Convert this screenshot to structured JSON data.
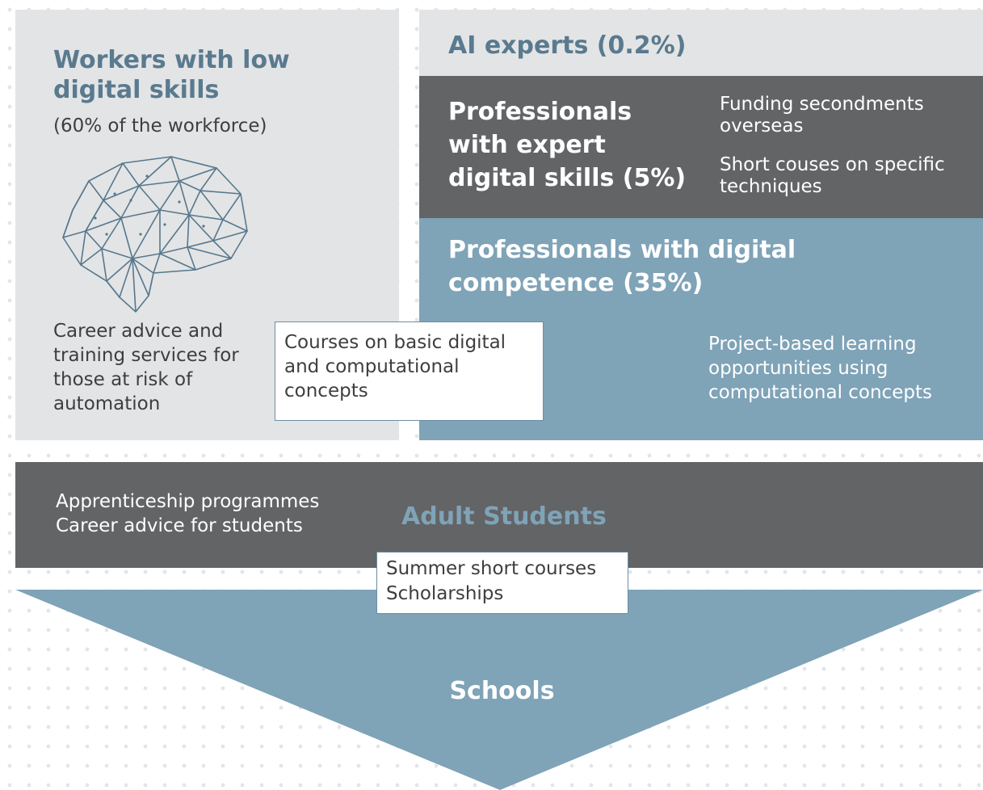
{
  "workers_low_digital": {
    "title": "Workers with low digital skills",
    "subtitle": "(60% of the workforce)",
    "icon": "brain-icon",
    "offer": "Career advice and training services for those at risk of automation"
  },
  "ai_experts": {
    "label": "AI experts (0.2%)"
  },
  "expert_professionals": {
    "title": "Professionals with expert digital skills (5%)",
    "offers": [
      "Funding secondments overseas",
      "Short couses on specific techniques"
    ]
  },
  "digital_competence": {
    "title": "Professionals with digital competence (35%)",
    "offer": "Project-based learning opportunities using computational concepts"
  },
  "shared_offer": {
    "text": "Courses on basic digital and computational concepts"
  },
  "adult_students": {
    "label": "Adult Students",
    "offers": [
      "Apprenticeship programmes",
      "Career advice for students"
    ],
    "box_items": [
      "Summer short courses",
      "Scholarships"
    ]
  },
  "schools": {
    "label": "Schools"
  },
  "colors": {
    "light_panel": "#e3e4e5",
    "dark_panel": "#636466",
    "blue_panel": "#7fa3b7",
    "title_blue": "#597a8f",
    "dots": "#e3e6e9"
  }
}
